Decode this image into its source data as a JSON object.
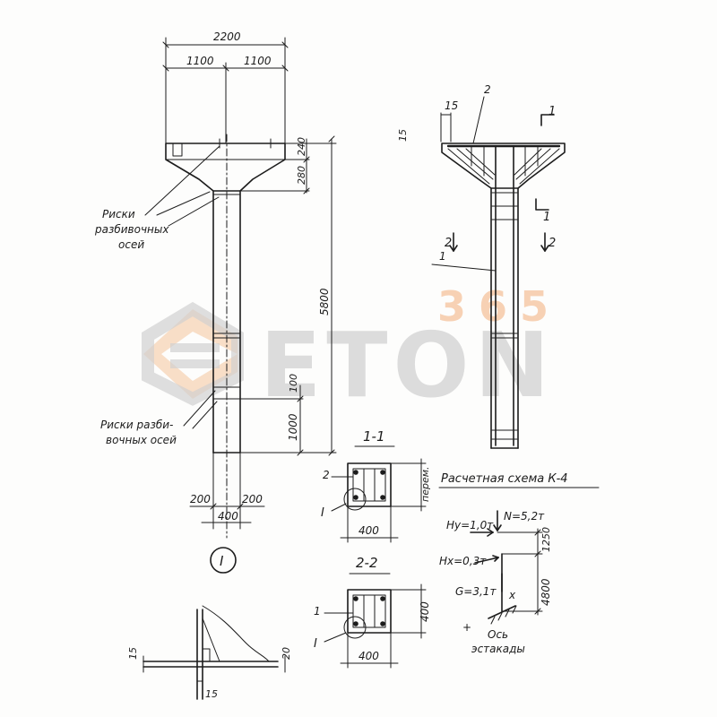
{
  "colors": {
    "ink": "#1c1c1c",
    "watermark_gray": "#c9c9c9",
    "watermark_orange": "#f3b98a"
  },
  "watermark": {
    "text": "ETON",
    "number": "365"
  },
  "elevation": {
    "dim_total_width": "2200",
    "dim_half_left": "1100",
    "dim_half_right": "1100",
    "dim_top_thickness": "240",
    "dim_haunch": "280",
    "dim_height": "5800",
    "dim_lower_small": "100",
    "dim_lower": "1000",
    "dim_base_left": "200",
    "dim_base_right": "200",
    "dim_base_width": "400",
    "label_marks_top": [
      "Риски",
      "разбивочных",
      "осей"
    ],
    "label_marks_bottom": [
      "Риски разби-",
      "вочных осей"
    ]
  },
  "reinforcement": {
    "label_dim15": "15",
    "label_dim15_left": "15",
    "label_pos2": "2",
    "label_pos1": "1",
    "section_mark_1": "1",
    "section_mark_1b": "1",
    "section_mark_2_left": "2",
    "section_mark_2_right": "2"
  },
  "section_1_1": {
    "title": "1-1",
    "label_pos2": "2",
    "label_callout": "I",
    "dim_right": "перем.",
    "dim_bottom": "400"
  },
  "section_2_2": {
    "title": "2-2",
    "label_pos1": "1",
    "label_callout": "I",
    "dim_right": "400",
    "dim_bottom": "400"
  },
  "detail_I": {
    "marker": "I",
    "dim_left": "15",
    "dim_right": "20",
    "dim_bottom": "15"
  },
  "scheme": {
    "title": "Расчетная схема К-4",
    "Hy": "Hy=1,0т",
    "N": "N=5,2т",
    "Hx": "Hx=0,3т",
    "G": "G=3,1т",
    "dim_top": "1250",
    "dim_main": "4800",
    "axis_label": [
      "Ось",
      "эстакады"
    ]
  }
}
